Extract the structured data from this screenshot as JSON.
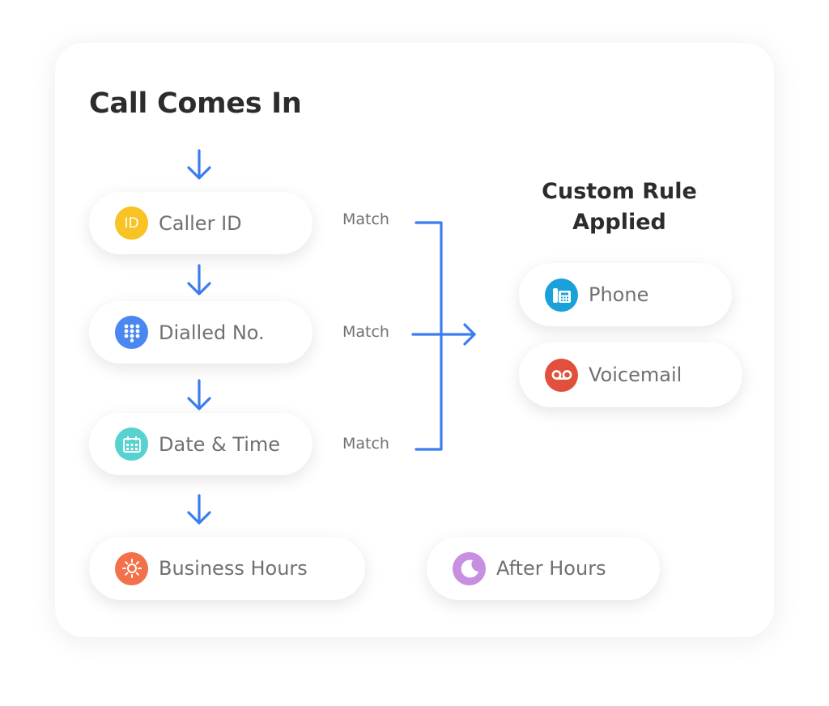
{
  "title": "Call Comes In",
  "rule_title": "Custom Rule Applied",
  "conditions": [
    {
      "label": "Caller ID",
      "icon": "id-icon",
      "icon_text": "ID",
      "color": "#f7c325"
    },
    {
      "label": "Dialled No.",
      "icon": "keypad-icon",
      "color": "#4a87f0"
    },
    {
      "label": "Date & Time",
      "icon": "calendar-icon",
      "color": "#57d2d0"
    }
  ],
  "match_label": "Match",
  "outcomes": [
    {
      "label": "Phone",
      "icon": "phone-icon",
      "color": "#1aa1d9"
    },
    {
      "label": "Voicemail",
      "icon": "voicemail-icon",
      "color": "#e0503c"
    }
  ],
  "fallback": [
    {
      "label": "Business Hours",
      "icon": "sun-icon",
      "color": "#f3714a"
    },
    {
      "label": "After Hours",
      "icon": "moon-icon",
      "color": "#c88ee0"
    }
  ],
  "colors": {
    "arrow": "#3b7cf0",
    "text": "#707070",
    "heading": "#2c2c2c"
  }
}
